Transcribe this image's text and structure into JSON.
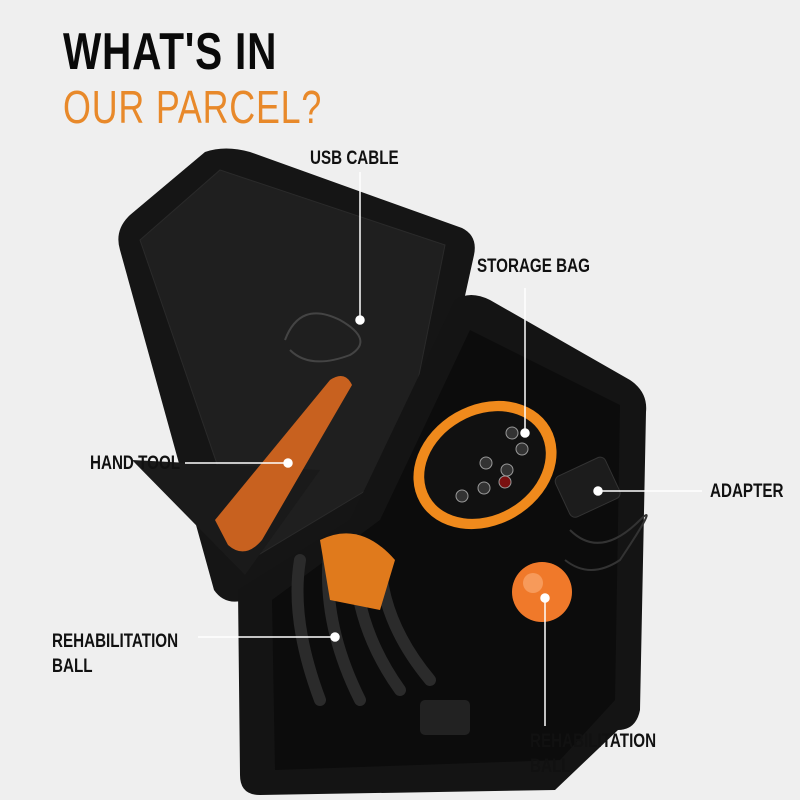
{
  "heading": {
    "line1": "WHAT'S IN",
    "line2": "OUR PARCEL?"
  },
  "labels": {
    "usb_cable": "USB CABLE",
    "storage_bag": "STORAGE BAG",
    "hand_tool": "HAND TOOL",
    "adapter": "ADAPTER",
    "rehab_ball_left_1": "REHABILITATION",
    "rehab_ball_left_2": "BALL",
    "rehab_ball_right_1": "REHABILITATION",
    "rehab_ball_right_2": "BALL"
  },
  "colors": {
    "accent": "#e8892a",
    "background": "#efefef",
    "case": "#111111"
  }
}
